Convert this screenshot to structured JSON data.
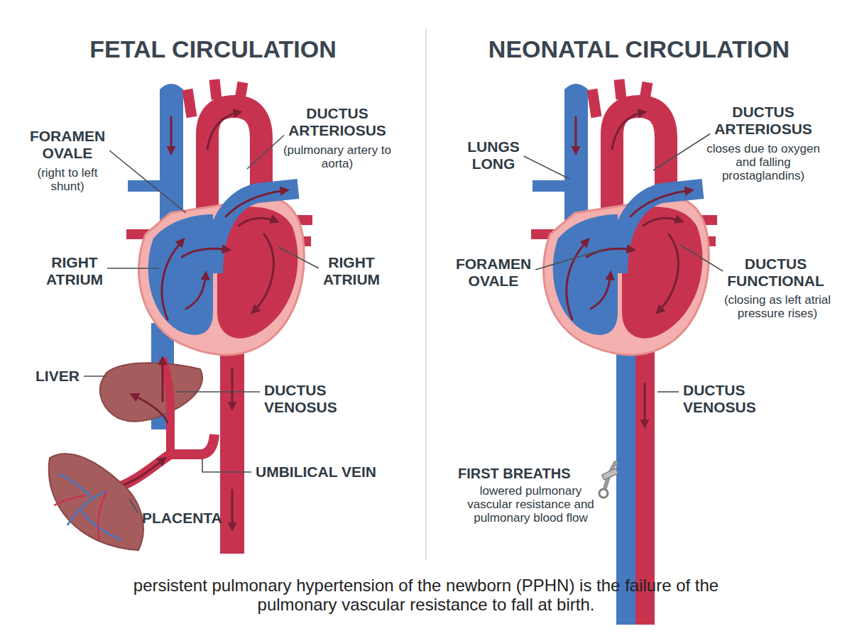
{
  "diagram": {
    "caption": "persistent pulmonary hypertension of the newborn (PPHN) is the failure of the pulmonary vascular resistance to fall at birth.",
    "labels": [
      "FETAL CIRCULATION",
      "NEONATAL CIRCULATION",
      "FORAMEN OVALE",
      "(right to left shunt)",
      "DUCTUS ARTERIOSUS",
      "(pulmonary artery to aorta)",
      "RIGHT ATRIUM",
      "RIGHT ATRIUM",
      "LIVER",
      "DUCTUS VENOSUS",
      "UMBILICAL VEIN",
      "PLACENTA",
      "LUNGS LONG",
      "DUCTUS ARTERIOSUS",
      "closes due to oxygen and falling prostaglandins)",
      "FORAMEN OVALE",
      "DUCTUS FUNCTIONAL",
      "(closing as left atrial pressure rises)",
      "DUCTUS VENOSUS",
      "FIRST BREATHS",
      "lowered pulmonary vascular resistance and pulmonary blood flow"
    ]
  }
}
